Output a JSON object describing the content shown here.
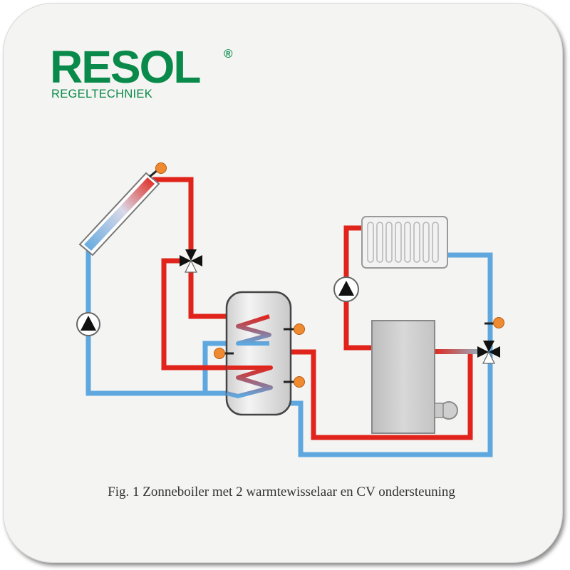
{
  "logo": {
    "brand": "RESOL",
    "registered": "®",
    "subtitle": "REGELTECHNIEK",
    "color": "#0a8a4a"
  },
  "diagram": {
    "colors": {
      "hot_pipe": "#e0241b",
      "cold_pipe": "#5fa8df",
      "sensor": "#f08a30",
      "tank": "#e8e8e8",
      "boiler": "#d2d2d2",
      "radiator": "#f2f2f2"
    },
    "components": [
      "solar-collector",
      "storage-tank",
      "upper-heat-exchanger",
      "lower-heat-exchanger",
      "cv-boiler",
      "radiator",
      "solar-pump",
      "heating-pump",
      "three-way-valve-solar",
      "three-way-valve-heating"
    ]
  },
  "caption": "Fig. 1 Zonneboiler met 2 warmtewisselaar en CV ondersteuning"
}
